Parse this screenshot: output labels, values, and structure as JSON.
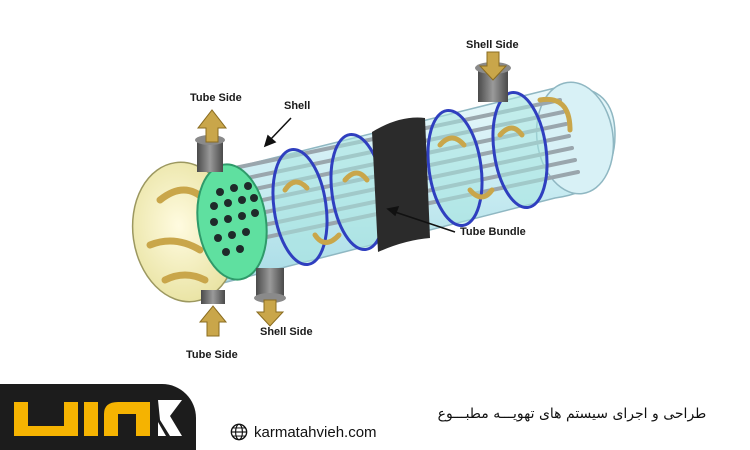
{
  "diagram": {
    "labels": {
      "shell_side_top": "Shell Side",
      "tube_side_top": "Tube Side",
      "shell": "Shell",
      "tube_bundle": "Tube Bundle",
      "shell_side_bottom": "Shell Side",
      "tube_side_bottom": "Tube Side"
    },
    "colors": {
      "shell_body": "#c9ecf2",
      "baffle": "#2f3fbf",
      "tube_sheet": "#5fe0a0",
      "flow_arrow": "#c9a64a",
      "nozzle": "#6d6d6d",
      "band": "#2b2b2b"
    }
  },
  "footer": {
    "website": "karmatahvieh.com",
    "tagline": "طراحی و اجرای سیستم های تهویـــه مطبـــوع",
    "logo_bg": "#1c1c1c",
    "logo_accent": "#f5b301"
  }
}
